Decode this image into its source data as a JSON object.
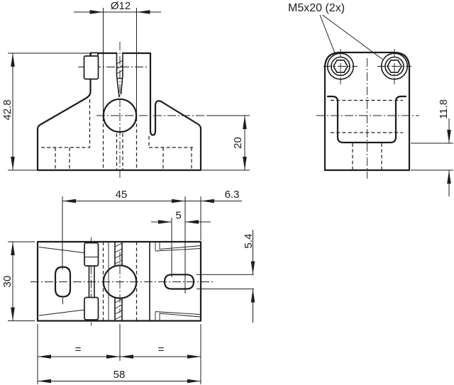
{
  "front_view": {
    "bore_diameter_label": "Ø12",
    "overall_height_label": "42.8",
    "bore_center_height_label": "20"
  },
  "side_view": {
    "screw_callout_label": "M5x20 (2x)",
    "slot_bottom_height_label": "11.8"
  },
  "top_view": {
    "slot_center_distance_label": "45",
    "edge_distance_label": "6.3",
    "slot_straight_length_label": "5",
    "overall_depth_label": "30",
    "slot_width_label": "5.4",
    "equal_spacing_left_label": "=",
    "equal_spacing_right_label": "=",
    "overall_length_label": "58"
  },
  "colors": {
    "line": "#1d1d1b",
    "background": "#ffffff"
  }
}
